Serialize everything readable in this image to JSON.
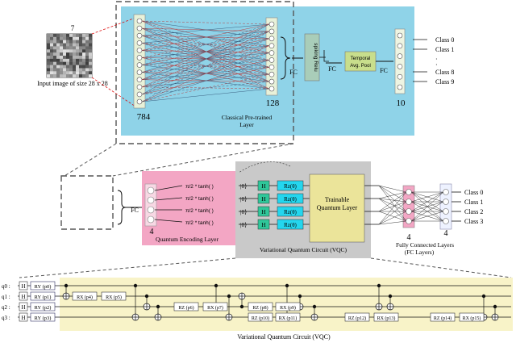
{
  "colors": {
    "classical_bg": "#8fd3e8",
    "encoding_bg": "#f3a6c4",
    "vqc_bg": "#c9c9c9",
    "h_gate": "#2fc79a",
    "rz_gate": "#24d6ee",
    "trainable": "#ebe49a",
    "circuit_bg": "#f8f3c8",
    "temporal_pool": "#c8de8c",
    "spiking_relu": "#a9cdb9"
  },
  "top": {
    "digit_label": "7",
    "input_caption": "Input image of size 28 x 28",
    "n784": "784",
    "n128": "128",
    "n10": "10",
    "fc1": "FC",
    "fc2": "FC",
    "fc3": "FC",
    "pretrained_line1": "Classical Pre-trained",
    "pretrained_line2": "Layer",
    "spiking_relu": "spiking Relu",
    "temporal_line1": "Temporal",
    "temporal_line2": "Avg. Pool",
    "classes": [
      "Class 0",
      "Class 1",
      "·",
      "·",
      "Class 8",
      "Class 9"
    ]
  },
  "middle": {
    "fc": "FC",
    "n4_enc": "4",
    "tanh_labels": [
      "π/2 * tanh( )",
      "π/2 * tanh( )",
      "π/2 * tanh( )",
      "π/2 * tanh( )"
    ],
    "encoding_layer": "Quantum Encoding Layer",
    "ket": [
      "|0⟩",
      "|0⟩",
      "|0⟩",
      "|0⟩"
    ],
    "h": "H",
    "rz": [
      "Rz(θ)",
      "Rz(θ)",
      "Rz(θ)",
      "Rz(θ)"
    ],
    "trainable_line1": "Trainable",
    "trainable_line2": "Quantum Layer",
    "vqc_label": "Variational Quantum Circuit (VQC)",
    "n4_fc": "4",
    "n4_out": "4",
    "fc_layers_line1": "Fully Connected Layers",
    "fc_layers_line2": "(FC Layers)",
    "classes": [
      "Class 0",
      "Class 1",
      "Class 2",
      "Class 3"
    ]
  },
  "bottom": {
    "qubits": [
      "q0 :",
      "q1 :",
      "q2 :",
      "q3 :"
    ],
    "h": "H",
    "ry": [
      "RY (p0)",
      "RY (p1)",
      "RY (p2)",
      "RY (p3)"
    ],
    "gates": [
      "RX (p4)",
      "RX (p5)",
      "RZ (p6)",
      "RX (p7)",
      "RZ (p8)",
      "RX (p9)",
      "RZ (p10)",
      "RX (p11)",
      "RZ (p12)",
      "RX (p13)",
      "RZ (p14)",
      "RX (p15)"
    ],
    "caption": "Variational Quantum Circuit (VQC)"
  }
}
